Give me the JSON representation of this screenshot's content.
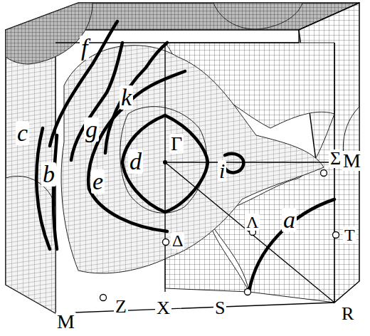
{
  "diagram": {
    "labels": [
      "c",
      "f",
      "g",
      "k",
      "b",
      "e",
      "d",
      "Γ",
      "i",
      "Σ",
      "M",
      "a",
      "Λ",
      "T",
      "Δ",
      "Z",
      "X",
      "S",
      "R",
      "M"
    ]
  }
}
